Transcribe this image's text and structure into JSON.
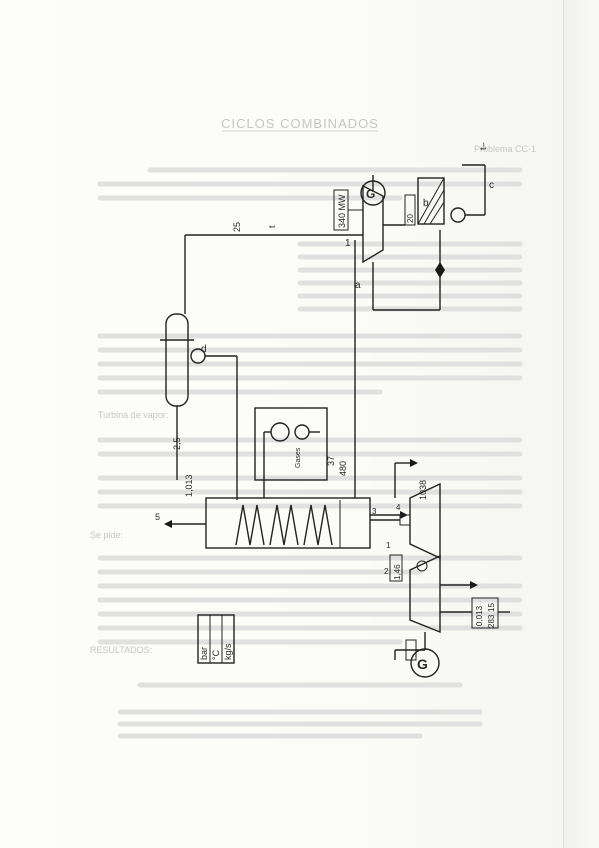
{
  "document": {
    "title": "CICLOS COMBINADOS",
    "problem_heading": "Problema CC-1",
    "steam_turbine_heading": "Turbina de vapor:",
    "asks_heading": "Se pide:",
    "results_heading": "RESULTADOS:"
  },
  "diagram": {
    "labels": {
      "power_gas_turbine": "340 MW",
      "temp_gas_inlet": "t",
      "p_compressor_out": "25",
      "p_fuel": "20",
      "node_b": "b",
      "node_c": "c",
      "node_a": "a",
      "node_d": "d",
      "node_1": "1",
      "p_deaerator": "2,5",
      "p_condenser": "1,013",
      "temp_37": "37",
      "temp_480": "480",
      "p_hp": "1038",
      "node_5": "5",
      "node_4": "4",
      "node_3": "3",
      "node_2": "2",
      "node_1b": "1",
      "p_lp_ext": "1,46",
      "p_low": "0,013",
      "flow_15": "15",
      "flow_283": "283",
      "units_p": "bar",
      "units_t": "°C",
      "units_m": "kg/s",
      "gas_note": "Gases"
    }
  }
}
